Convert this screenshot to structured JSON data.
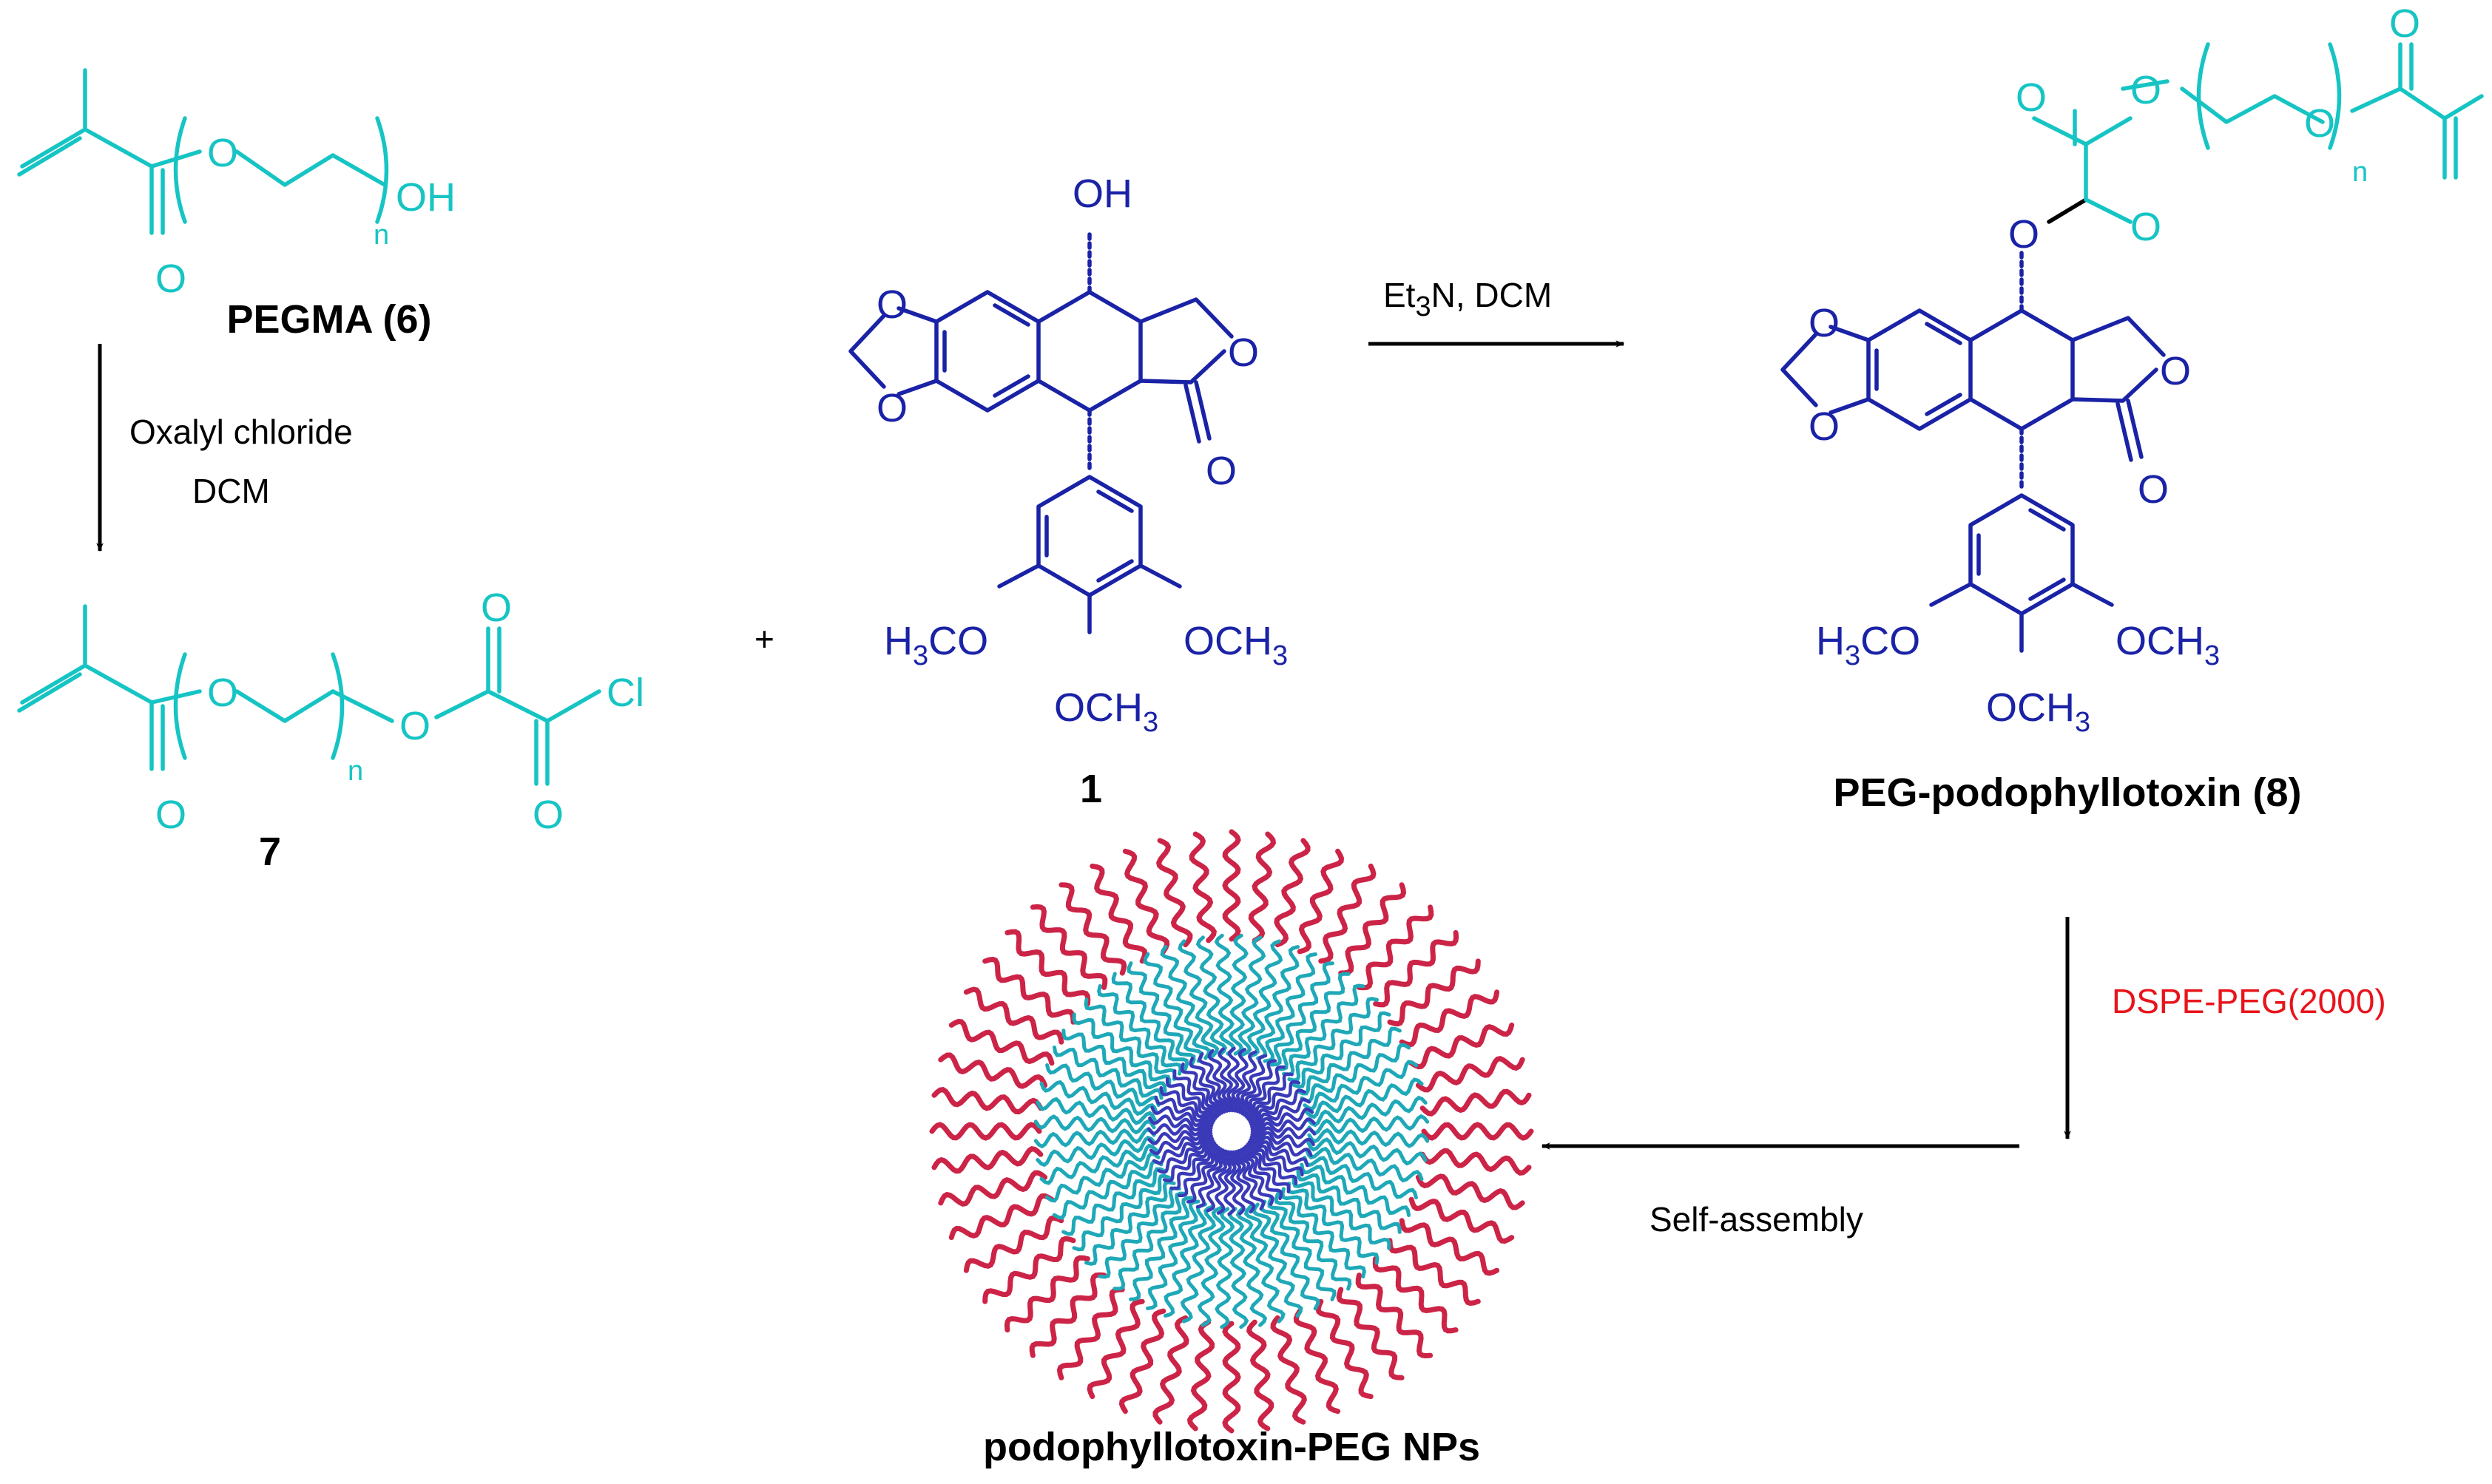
{
  "colors": {
    "peg": "#17c4c4",
    "podophyllotoxin": "#1a22a6",
    "additive": "#e8141b",
    "arrows": "#000000",
    "np_core": "#3a3ab8",
    "np_middle": "#1fa8b8",
    "np_corona": "#cc2447"
  },
  "compounds": {
    "pegma": {
      "label": "PEGMA (6)"
    },
    "c7": {
      "label": "7"
    },
    "c1": {
      "label": "1"
    },
    "c8": {
      "label": "PEG-podophyllotoxin (8)"
    },
    "nps": {
      "label": "podophyllotoxin-PEG NPs"
    }
  },
  "atoms": {
    "O": "O",
    "OH": "OH",
    "Cl": "Cl",
    "n": "n",
    "H3CO": {
      "main": "H",
      "sub": "3",
      "rest": "CO"
    },
    "OCH3": {
      "main": "OCH",
      "sub": "3"
    }
  },
  "reactions": {
    "step1": {
      "reagent": "Oxalyl chloride",
      "solvent": "DCM"
    },
    "step2": {
      "reagent_main": "Et",
      "reagent_sub": "3",
      "reagent_rest": "N, DCM"
    },
    "step3": {
      "reagent": "DSPE-PEG(2000)"
    },
    "step4": {
      "label": "Self-assembly"
    },
    "plus": "+"
  },
  "icons": [
    "arrow-down-icon",
    "arrow-right-icon",
    "arrow-left-icon",
    "nanoparticle-icon"
  ]
}
